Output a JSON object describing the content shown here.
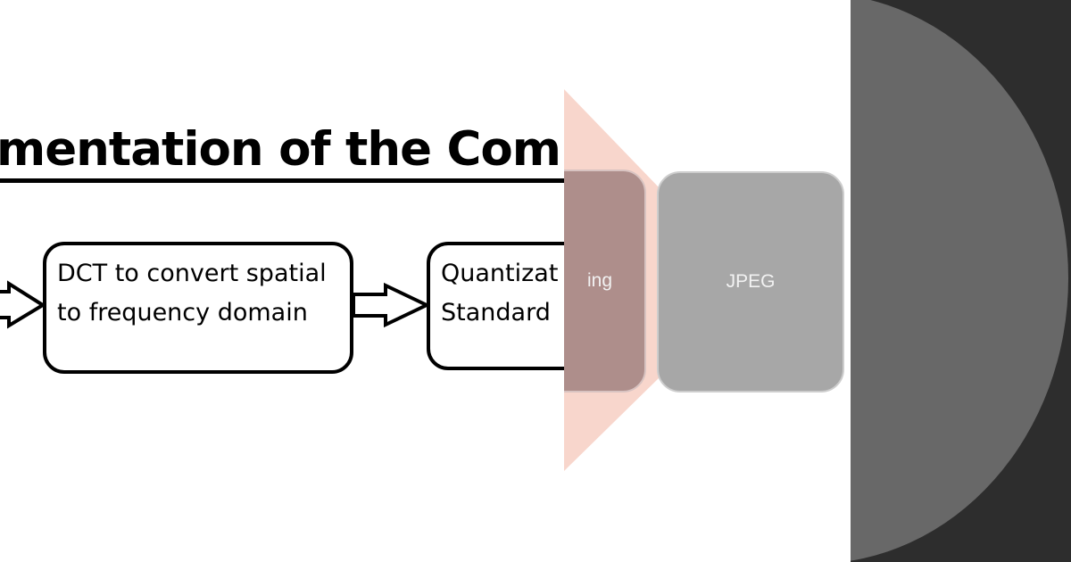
{
  "slide_left": {
    "title": "mentation of the Com",
    "boxes": [
      {
        "line1": "DCT to convert spatial",
        "line2": "to frequency domain"
      },
      {
        "line1": "Quantizat",
        "line2": "Standard"
      }
    ]
  },
  "slide_middle": {
    "steps": [
      {
        "label": "ing"
      },
      {
        "label": "JPEG"
      }
    ]
  },
  "colors": {
    "chevron": "#f8d6cc",
    "encoding_box": "#ae8e8b",
    "jpeg_box": "#a7a7a7",
    "dark_background": "#2d2d2d",
    "circle": "#686868"
  }
}
